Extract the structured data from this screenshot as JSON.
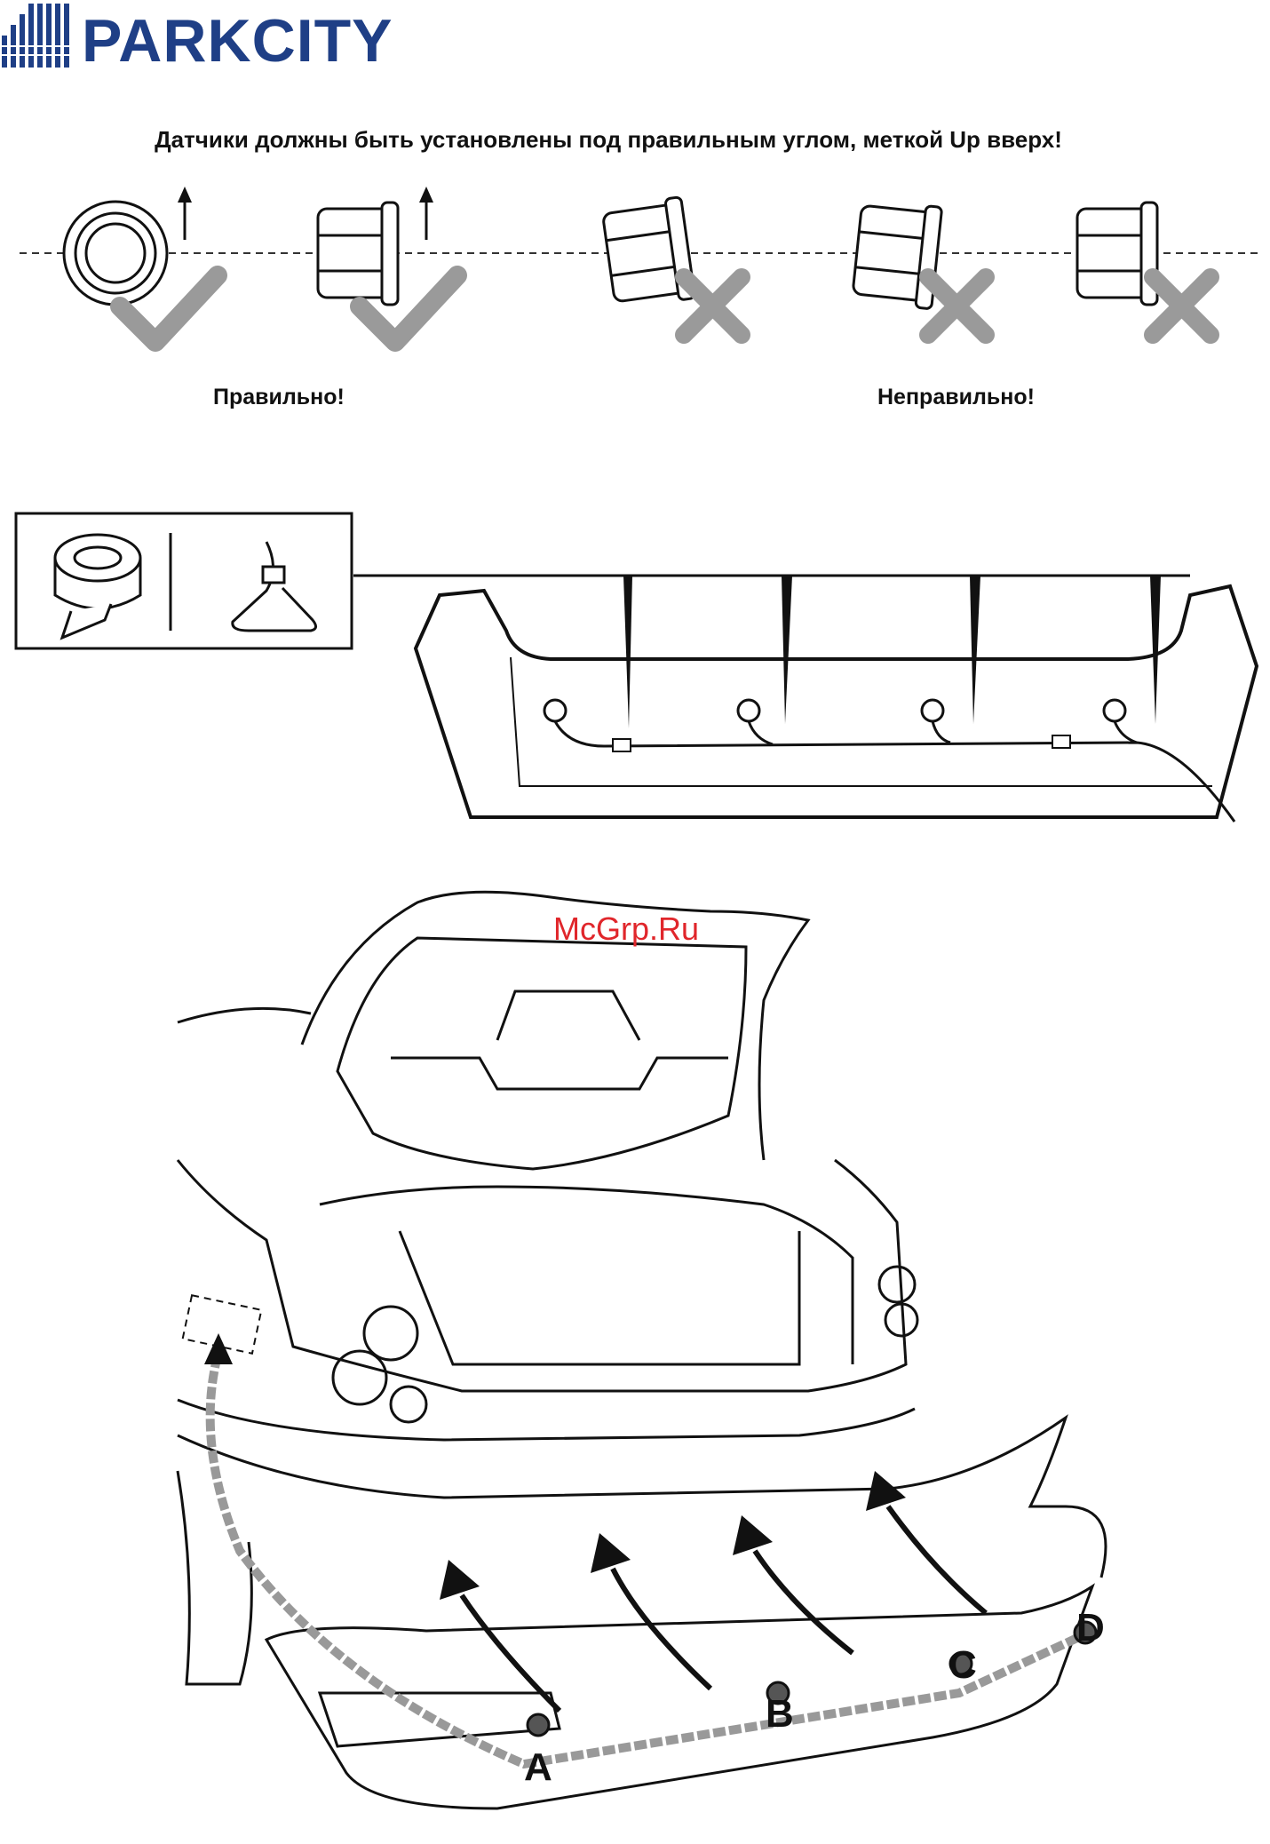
{
  "brand": {
    "name": "PARKCITY",
    "color": "#1f3f86"
  },
  "heading": "Датчики должны быть установлены под правильным углом, меткой Up вверх!",
  "labels": {
    "correct": "Правильно!",
    "wrong": "Неправильно!"
  },
  "watermark": "McGrp.Ru",
  "positions": [
    "A",
    "B",
    "C",
    "D"
  ],
  "colors": {
    "check": "#9a9a9a",
    "cross": "#9a9a9a",
    "ink": "#111111",
    "watermark": "#e0262b"
  },
  "icons": [
    "insulating-tape-icon",
    "cable-tie-icon",
    "check-mark-icon",
    "cross-mark-icon",
    "up-arrow-icon"
  ]
}
